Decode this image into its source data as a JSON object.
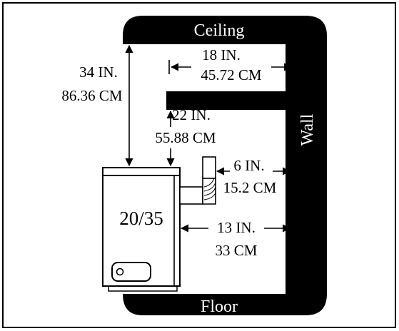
{
  "labels": {
    "ceiling": "Ceiling",
    "floor": "Floor",
    "wall": "Wall",
    "unit_model": "20/35"
  },
  "dimensions": {
    "top_clearance_in": "34 IN.",
    "top_clearance_cm": "86.36 CM",
    "ceiling_depth_in": "18 IN.",
    "ceiling_depth_cm": "45.72 CM",
    "soffit_clearance_in": "22 IN.",
    "soffit_clearance_cm": "55.88 CM",
    "vent_clearance_in": "6 IN.",
    "vent_clearance_cm": "15.2 CM",
    "side_clearance_in": "13 IN.",
    "side_clearance_cm": "33 CM"
  }
}
